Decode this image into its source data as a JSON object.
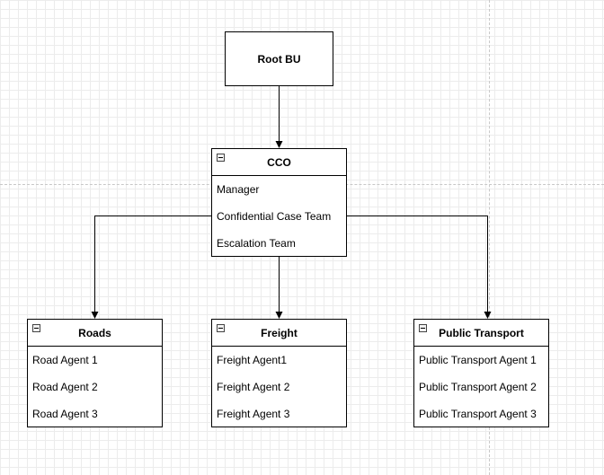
{
  "root": {
    "title": "Root BU"
  },
  "cco": {
    "title": "CCO",
    "items": [
      "Manager",
      "Confidential Case Team",
      "Escalation Team"
    ]
  },
  "roads": {
    "title": "Roads",
    "items": [
      "Road Agent 1",
      "Road Agent 2",
      "Road Agent 3"
    ]
  },
  "freight": {
    "title": "Freight",
    "items": [
      "Freight Agent1",
      "Freight Agent 2",
      "Freight Agent 3"
    ]
  },
  "public_transport": {
    "title": "Public Transport",
    "items": [
      "Public Transport Agent 1",
      "Public Transport Agent 2",
      "Public Transport Agent 3"
    ]
  },
  "icons": {
    "collapse": "minus-square-icon",
    "arrow": "arrowhead-icon"
  },
  "colors": {
    "stroke": "#000000",
    "grid": "#ececec",
    "guide": "#c8c8c8"
  }
}
